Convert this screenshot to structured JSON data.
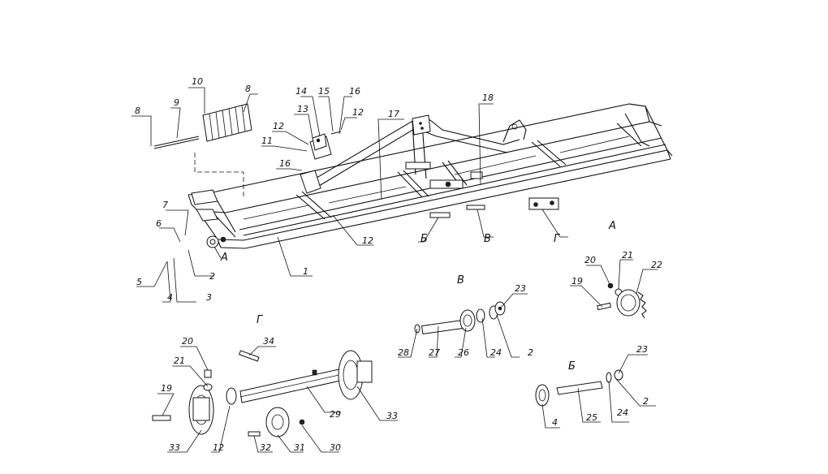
{
  "view_labels": {
    "a_upper": "А",
    "b_upper": "Б",
    "v_upper": "В",
    "g_upper": "Г",
    "a_detail": "А",
    "v_detail": "В",
    "g_detail": "Г",
    "b_detail": "Б"
  },
  "callouts": {
    "c1": "1",
    "c2": "2",
    "c3": "3",
    "c4": "4",
    "c5": "5",
    "c6": "6",
    "c7": "7",
    "c8a": "8",
    "c8b": "8",
    "c9": "9",
    "c10": "10",
    "c11": "11",
    "c12a": "12",
    "c12b": "12",
    "c12c": "12",
    "c13": "13",
    "c14": "14",
    "c15": "15",
    "c16a": "16",
    "c16b": "16",
    "c17": "17",
    "c18": "18",
    "a20": "20",
    "a21": "21",
    "a22": "22",
    "a19": "19",
    "v23": "23",
    "v28": "28",
    "v27": "27",
    "v26": "26",
    "v24": "24",
    "v2": "2",
    "g20": "20",
    "g21": "21",
    "g34": "34",
    "g19": "19",
    "g33a": "33",
    "g12": "12",
    "g32": "32",
    "g31": "31",
    "g30": "30",
    "g29": "29",
    "g33b": "33",
    "b23": "23",
    "b2": "2",
    "b4": "4",
    "b25": "25",
    "b24": "24"
  }
}
